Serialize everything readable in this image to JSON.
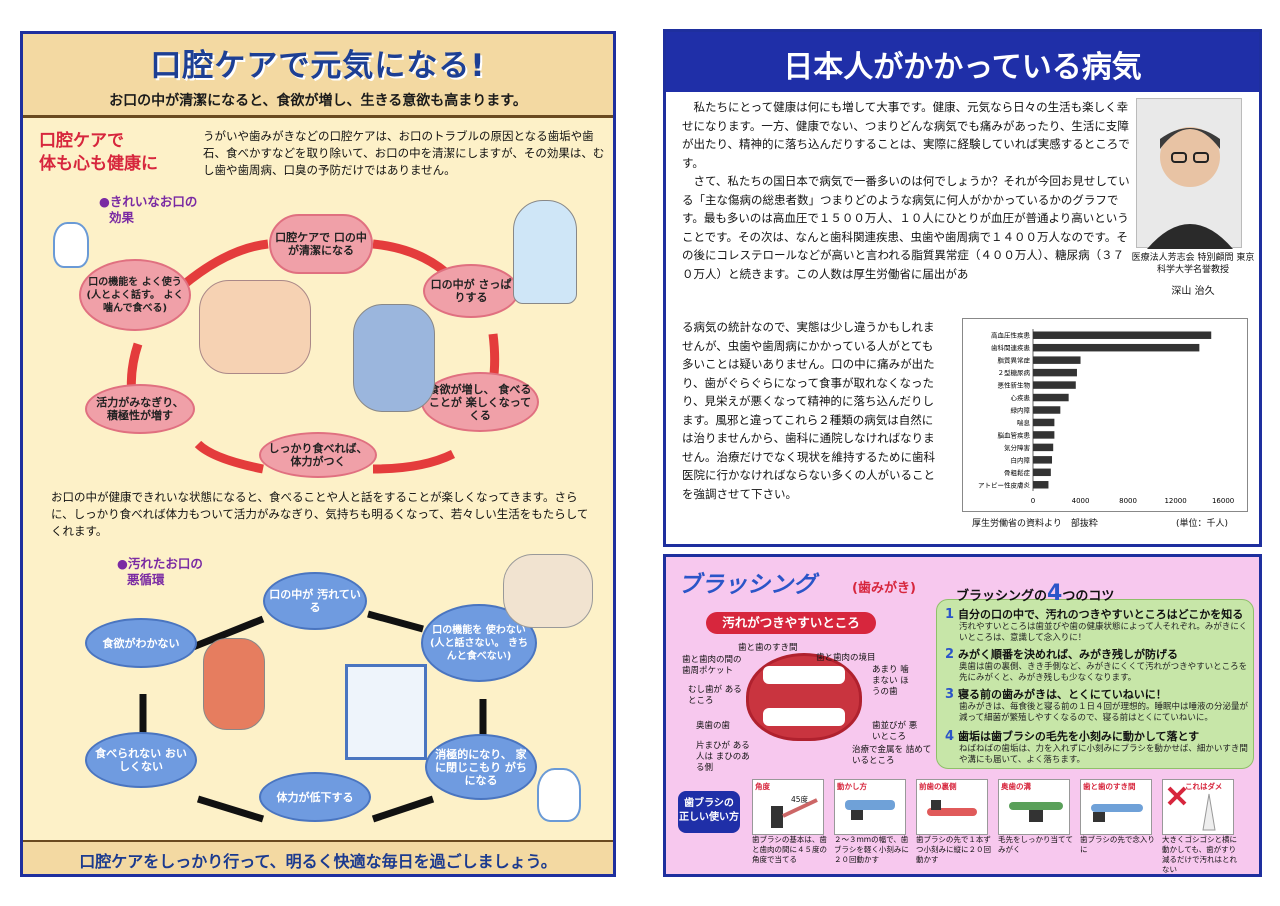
{
  "left": {
    "title": "口腔ケアで元気になる!",
    "subtitle": "お口の中が清潔になると、食欲が増し、生きる意欲も高まります。",
    "heading": [
      "口腔ケアで",
      "体も心も健康に"
    ],
    "intro": "うがいや歯みがきなどの口腔ケアは、お口のトラブルの原因となる歯垢や歯石、食べかすなどを取り除いて、お口の中を清潔にしますが、その効果は、むし歯や歯周病、口臭の予防だけではありません。",
    "effect_title": [
      "●きれいなお口の",
      "効果"
    ],
    "effect_cycle": [
      "口腔ケアで 口の中が清潔になる",
      "口の中が さっぱりする",
      "食欲が増し、 食べることが 楽しくなってくる",
      "しっかり食べれば、 体力がつく",
      "活力がみなぎり、 積極性が増す",
      "口の機能を よく使う (人とよく話す。 よく噛んで食べる)"
    ],
    "middle_text": "お口の中が健康できれいな状態になると、食べることや人と話をすることが楽しくなってきます。さらに、しっかり食べれば体力もついて活力がみなぎり、気持ちも明るくなって、若々しい生活をもたらしてくれます。",
    "bad_title": [
      "●汚れたお口の",
      "悪循環"
    ],
    "bad_cycle": [
      "口の中が 汚れている",
      "口の機能を 使わない (人と話さない。 きちんと食べない)",
      "消極的になり、 家に閉じこもり がちになる",
      "体力が低下する",
      "食べられない おいしくない",
      "食欲がわかない"
    ],
    "bottom": "口腔ケアをしっかり行って、明るく快適な毎日を過ごしましょう。"
  },
  "right": {
    "title": "日本人がかかっている病気",
    "para1": "　私たちにとって健康は何にも増して大事です。健康、元気なら日々の生活も楽しく幸せになります。一方、健康でない、つまりどんな病気でも痛みがあったり、生活に支障が出たり、精神的に落ち込んだりすることは、実際に経験していれば実感するところです。",
    "para2": "　さて、私たちの国日本で病気で一番多いのは何でしょうか？それが今回お見せしている「主な傷病の総患者数」つまりどのような病気に何人がかかっているかのグラフです。最も多いのは高血圧で１５００万人、１０人にひとりが血圧が普通より高いということです。その次は、なんと歯科関連疾患、虫歯や歯周病で１４００万人なのです。その後にコレステロールなどが高いと言われる脂質異常症（４００万人）、糖尿病（３７０万人）と続きます。この人数は厚生労働省に届出があ",
    "para3": "る病気の統計なので、実態は少し違うかもしれませんが、虫歯や歯周病にかかっている人がとても多いことは疑いありません。口の中に痛みが出たり、歯がぐらぐらになって食事が取れなくなったり、見栄えが悪くなって精神的に落ち込んだりします。風邪と違ってこれら２種類の病気は自然には治りませんから、歯科に通院しなければなりません。治療だけでなく現状を維持するために歯科医院に行かなければならない多くの人がいることを強調させて下さい。",
    "caption1": "医療法人芳志会 特別顧問 東京科学大学名誉教授",
    "caption2": "深山 治久",
    "chart_source": "厚生労働省の資料より　部抜粋",
    "chart_unit": "(単位：千人)"
  },
  "chart_data": {
    "type": "bar",
    "orientation": "horizontal",
    "categories": [
      "高血圧性疾患",
      "歯科関連疾患",
      "脂質異常症",
      "２型糖尿病",
      "悪性新生物",
      "心疾患",
      "緑内障",
      "喘息",
      "脳血管疾患",
      "気分障害",
      "白内障",
      "骨粗鬆症",
      "アトピー性皮膚炎"
    ],
    "values": [
      15000,
      14000,
      4000,
      3700,
      3600,
      3000,
      2300,
      1800,
      1800,
      1700,
      1600,
      1500,
      1300
    ],
    "xlim": [
      0,
      17000
    ],
    "xticks": [
      "0",
      "4000",
      "8000",
      "12000",
      "16000"
    ],
    "title": "",
    "xlabel": "",
    "ylabel": "",
    "bar_color": "#333333"
  },
  "brush": {
    "title": "ブラッシング",
    "title_sub": "(歯みがき)",
    "dirty_tag": "汚れがつきやすいところ",
    "labels": [
      "歯と歯のすき間",
      "歯と歯肉の境目",
      "歯と歯肉の間の 歯周ポケット",
      "むし歯が あるところ",
      "あまり 噛まない ほうの歯",
      "奥歯の歯",
      "歯並びが 悪いところ",
      "片まひが ある人は まひのある側",
      "治療で金属を 詰めているところ"
    ],
    "tips_title_pre": "ブラッシングの",
    "tips_title_num": "4",
    "tips_title_post": "つのコツ",
    "tips": [
      {
        "n": "1",
        "h": "自分の口の中で、汚れのつきやすいところはどこかを知る",
        "b": "汚れやすいところは歯並びや歯の健康状態によって人それぞれ。みがきにくいところは、意識して念入りに！"
      },
      {
        "n": "2",
        "h": "みがく順番を決めれば、みがき残しが防げる",
        "b": "奥歯は歯の裏側、きき手側など、みがきにくくて汚れがつきやすいところを先にみがくと、みがき残しも少なくなります。"
      },
      {
        "n": "3",
        "h": "寝る前の歯みがきは、とくにていねいに！",
        "b": "歯みがきは、毎食後と寝る前の１日４回が理想的。睡眠中は唾液の分泌量が減って細菌が繁殖しやすくなるので、寝る前はとくにていねいに。"
      },
      {
        "n": "4",
        "h": "歯垢は歯ブラシの毛先を小刻みに動かして落とす",
        "b": "ねばねばの歯垢は、力を入れずに小刻みにブラシを動かせば、細かいすき間や溝にも届いて、よく落ちます。"
      }
    ],
    "usage_label": [
      "歯ブラシの",
      "正しい使い方"
    ],
    "cards": [
      {
        "h": "角度",
        "note": "45度",
        "t": "歯ブラシの基本は、歯と歯肉の間に４５度の角度で当てる"
      },
      {
        "h": "動かし方",
        "note": "",
        "t": "２～３mmの幅で、歯ブラシを軽く小刻みに２０回動かす"
      },
      {
        "h": "前歯の裏側",
        "note": "",
        "t": "歯ブラシの先で１本ずつ小刻みに縦に２０回動かす"
      },
      {
        "h": "奥歯の溝",
        "note": "",
        "t": "毛先をしっかり当ててみがく"
      },
      {
        "h": "歯と歯のすき間",
        "note": "",
        "t": "歯ブラシの先で念入りに"
      },
      {
        "h": "これはダメ",
        "note": "",
        "t": "大きくゴシゴシと横に動かしても、歯がすり減るだけで汚れはとれない"
      }
    ]
  }
}
